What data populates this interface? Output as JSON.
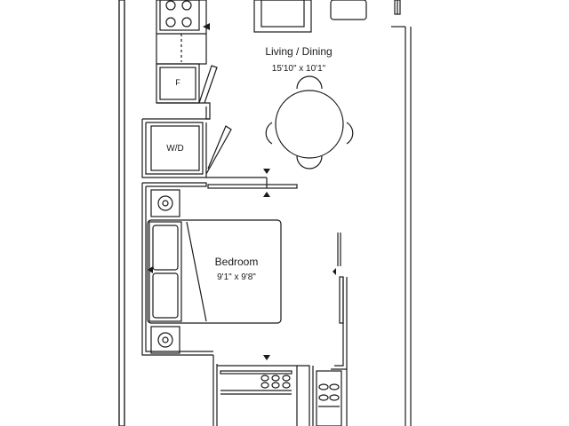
{
  "rooms": {
    "living": {
      "name": "Living / Dining",
      "dims": "15'10\" x 10'1\""
    },
    "bedroom": {
      "name": "Bedroom",
      "dims": "9'1\" x 9'8\""
    }
  },
  "fixtures": {
    "fridge": "F",
    "washer_dryer": "W/D"
  },
  "colors": {
    "line": "#1a1a1a",
    "fill": "#ffffff"
  }
}
